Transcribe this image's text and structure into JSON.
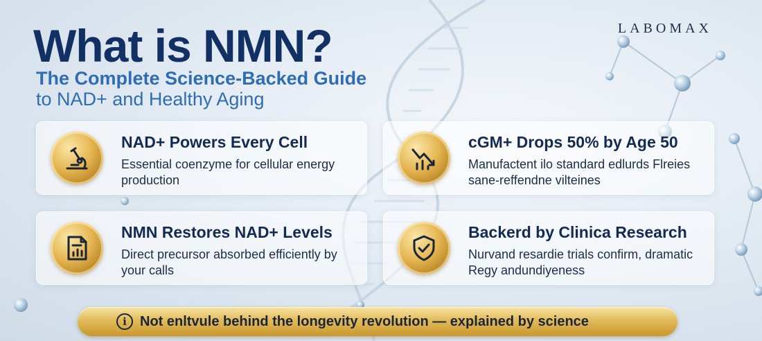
{
  "brand": "LABOMAX",
  "title": "What is NMN?",
  "subtitle": "The Complete Science-Backed Guide",
  "subtitle_line2": "to NAD+ and Healthy Aging",
  "cards": [
    {
      "icon": "microscope-icon",
      "title": "NAD+ Powers Every Cell",
      "desc": "Essential coenzyme for cellular energy production"
    },
    {
      "icon": "declining-chart-icon",
      "title": "cGM+ Drops 50% by Age 50",
      "desc": "Manufactent ilo standard edlurds Flreies sane-reffendne vilteines"
    },
    {
      "icon": "document-chart-icon",
      "title": "NMN Restores NAD+ Levels",
      "desc": "Direct precursor absorbed efficiently by your calls"
    },
    {
      "icon": "shield-check-icon",
      "title": "Backerd by Clinica Research",
      "desc": "Nurvand resardie trials confirm, dramatic Regy andundiyeness"
    }
  ],
  "banner": {
    "icon": "info-icon",
    "icon_glyph": "i",
    "text": "Not enltvule behind the longevity revolution — explained by science"
  },
  "colors": {
    "title": "#123064",
    "subtitle": "#2f6db0",
    "gold": "#d9ab45",
    "background": "#e3ebf3"
  }
}
